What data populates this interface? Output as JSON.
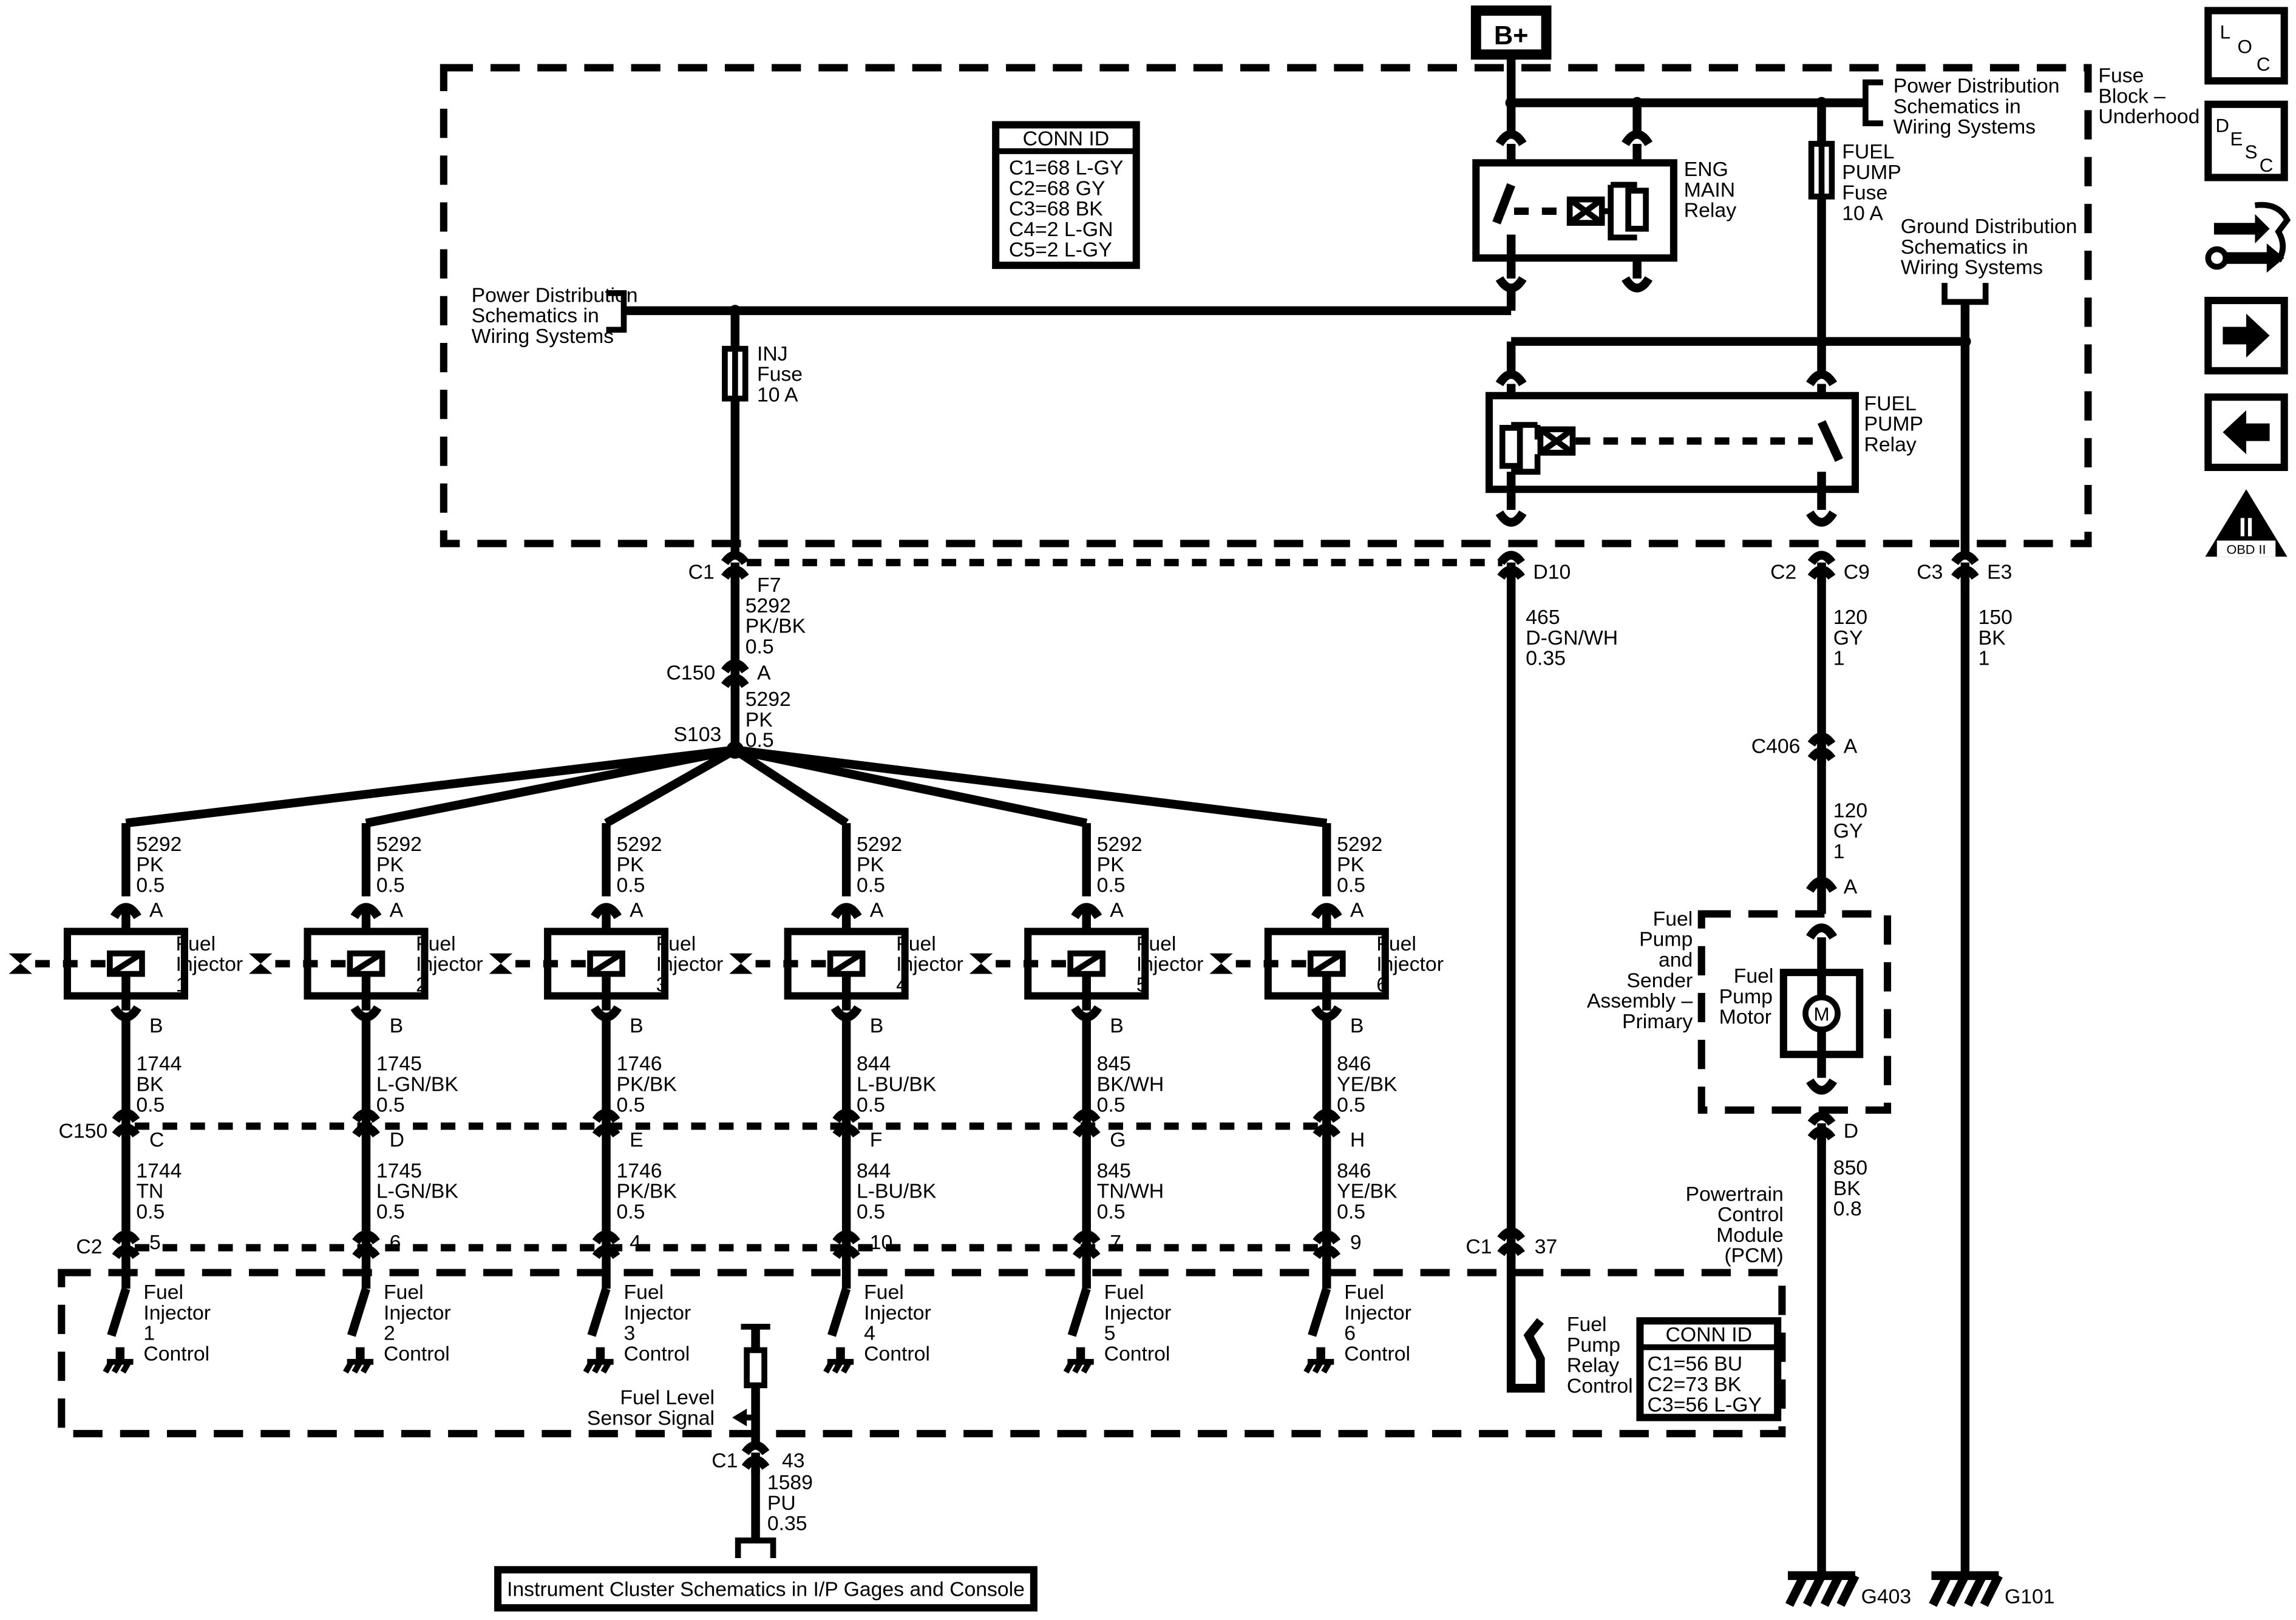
{
  "power": {
    "bplus": "B+"
  },
  "fuse_block": {
    "l1": "Fuse",
    "l2": "Block –",
    "l3": "Underhood"
  },
  "conn_id_top": {
    "title": "CONN ID",
    "rows": [
      "C1=68 L-GY",
      "C2=68 GY",
      "C3=68 BK",
      "C4=2 L-GN",
      "C5=2 L-GY"
    ]
  },
  "conn_id_pcm": {
    "title": "CONN ID",
    "rows": [
      "C1=56 BU",
      "C2=73 BK",
      "C3=56 L-GY"
    ]
  },
  "power_dist_right": {
    "l1": "Power Distribution",
    "l2": "Schematics in",
    "l3": "Wiring Systems"
  },
  "power_dist_left": {
    "l1": "Power Distribution",
    "l2": "Schematics in",
    "l3": "Wiring Systems"
  },
  "ground_dist": {
    "l1": "Ground Distribution",
    "l2": "Schematics in",
    "l3": "Wiring Systems"
  },
  "eng_main_relay": {
    "l1": "ENG",
    "l2": "MAIN",
    "l3": "Relay"
  },
  "fuel_pump_fuse": {
    "l1": "FUEL",
    "l2": "PUMP",
    "l3": "Fuse",
    "l4": "10 A"
  },
  "fuel_pump_relay": {
    "l1": "FUEL",
    "l2": "PUMP",
    "l3": "Relay"
  },
  "inj_fuse": {
    "l1": "INJ",
    "l2": "Fuse",
    "l3": "10 A"
  },
  "conn_labels": {
    "c1": "C1",
    "f7": "F7",
    "d10": "D10",
    "c2": "C2",
    "c9": "C9",
    "c3": "C3",
    "e3": "E3",
    "c150": "C150",
    "a": "A",
    "s103": "S103",
    "c406": "C406",
    "a2": "A",
    "a3": "A",
    "d": "D",
    "c150b": "C150",
    "c2b": "C2",
    "c1b": "C1",
    "p37": "37",
    "c1c": "C1",
    "p43": "43"
  },
  "wires": {
    "w5292_top": [
      "5292",
      "PK/BK",
      "0.5"
    ],
    "w5292_mid": [
      "5292",
      "PK",
      "0.5"
    ],
    "w465": [
      "465",
      "D-GN/WH",
      "0.35"
    ],
    "w120a": [
      "120",
      "GY",
      "1"
    ],
    "w150": [
      "150",
      "BK",
      "1"
    ],
    "w120b": [
      "120",
      "GY",
      "1"
    ],
    "w850": [
      "850",
      "BK",
      "0.8"
    ],
    "w1589": [
      "1589",
      "PU",
      "0.35"
    ]
  },
  "injectors": [
    {
      "top": [
        "5292",
        "PK",
        "0.5"
      ],
      "name": [
        "Fuel",
        "Injector",
        "1"
      ],
      "pinA": "A",
      "pinB": "B",
      "mid": [
        "1744",
        "BK",
        "0.5"
      ],
      "c150": "C",
      "low": [
        "1744",
        "TN",
        "0.5"
      ],
      "pcm_pin": "5",
      "ctrl": [
        "Fuel",
        "Injector",
        "1",
        "Control"
      ]
    },
    {
      "top": [
        "5292",
        "PK",
        "0.5"
      ],
      "name": [
        "Fuel",
        "Injector",
        "2"
      ],
      "pinA": "A",
      "pinB": "B",
      "mid": [
        "1745",
        "L-GN/BK",
        "0.5"
      ],
      "c150": "D",
      "low": [
        "1745",
        "L-GN/BK",
        "0.5"
      ],
      "pcm_pin": "6",
      "ctrl": [
        "Fuel",
        "Injector",
        "2",
        "Control"
      ]
    },
    {
      "top": [
        "5292",
        "PK",
        "0.5"
      ],
      "name": [
        "Fuel",
        "Injector",
        "3"
      ],
      "pinA": "A",
      "pinB": "B",
      "mid": [
        "1746",
        "PK/BK",
        "0.5"
      ],
      "c150": "E",
      "low": [
        "1746",
        "PK/BK",
        "0.5"
      ],
      "pcm_pin": "4",
      "ctrl": [
        "Fuel",
        "Injector",
        "3",
        "Control"
      ]
    },
    {
      "top": [
        "5292",
        "PK",
        "0.5"
      ],
      "name": [
        "Fuel",
        "Injector",
        "4"
      ],
      "pinA": "A",
      "pinB": "B",
      "mid": [
        "844",
        "L-BU/BK",
        "0.5"
      ],
      "c150": "F",
      "low": [
        "844",
        "L-BU/BK",
        "0.5"
      ],
      "pcm_pin": "10",
      "ctrl": [
        "Fuel",
        "Injector",
        "4",
        "Control"
      ]
    },
    {
      "top": [
        "5292",
        "PK",
        "0.5"
      ],
      "name": [
        "Fuel",
        "Injector",
        "5"
      ],
      "pinA": "A",
      "pinB": "B",
      "mid": [
        "845",
        "BK/WH",
        "0.5"
      ],
      "c150": "G",
      "low": [
        "845",
        "TN/WH",
        "0.5"
      ],
      "pcm_pin": "7",
      "ctrl": [
        "Fuel",
        "Injector",
        "5",
        "Control"
      ]
    },
    {
      "top": [
        "5292",
        "PK",
        "0.5"
      ],
      "name": [
        "Fuel",
        "Injector",
        "6"
      ],
      "pinA": "A",
      "pinB": "B",
      "mid": [
        "846",
        "YE/BK",
        "0.5"
      ],
      "c150": "H",
      "low": [
        "846",
        "YE/BK",
        "0.5"
      ],
      "pcm_pin": "9",
      "ctrl": [
        "Fuel",
        "Injector",
        "6",
        "Control"
      ]
    }
  ],
  "pump_assembly": {
    "l1": "Fuel",
    "l2": "Pump",
    "l3": "and",
    "l4": "Sender",
    "l5": "Assembly –",
    "l6": "Primary"
  },
  "pump_motor": {
    "l1": "Fuel",
    "l2": "Pump",
    "l3": "Motor",
    "symbol": "M"
  },
  "pcm": {
    "l1": "Powertrain",
    "l2": "Control",
    "l3": "Module",
    "l4": "(PCM)"
  },
  "fp_relay_ctrl": {
    "l1": "Fuel",
    "l2": "Pump",
    "l3": "Relay",
    "l4": "Control"
  },
  "fuel_level": {
    "l1": "Fuel Level",
    "l2": "Sensor Signal"
  },
  "ground_labels": {
    "g403": "G403",
    "g101": "G101"
  },
  "instrument_cluster": "Instrument Cluster Schematics in I/P Gages and Console",
  "side_nav": {
    "loc": {
      "l": "L",
      "o": "O",
      "c": "C"
    },
    "desc": {
      "d": "D",
      "e": "E",
      "s": "S",
      "c": "C"
    },
    "obd": {
      "big": "II",
      "small": "OBD II"
    }
  }
}
